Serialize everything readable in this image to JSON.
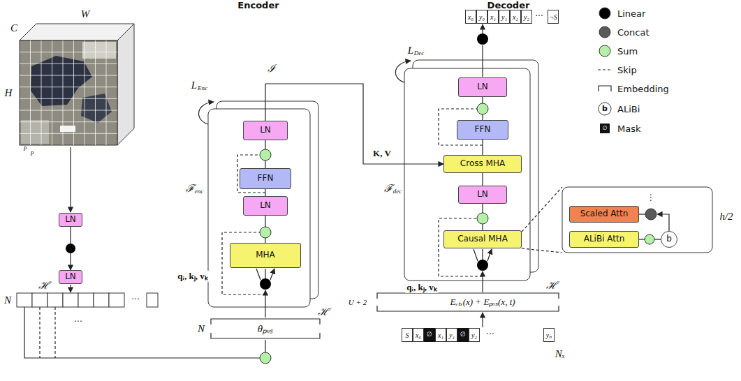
{
  "diagram": {
    "nodes": [
      {
        "text": [
          "LN"
        ]
      },
      {
        "text": [
          "LN"
        ]
      },
      {
        "text": [
          "LN"
        ]
      },
      {
        "text": [
          "FFN"
        ]
      },
      {
        "text": [
          "LN"
        ]
      },
      {
        "text": [
          "MHA"
        ]
      },
      {
        "text": [
          "LN"
        ]
      },
      {
        "text": [
          "FFN"
        ]
      },
      {
        "text": [
          "Cross MHA"
        ]
      },
      {
        "text": [
          "LN"
        ]
      },
      {
        "text": [
          "Causal MHA"
        ]
      },
      {
        "text": [
          "Scaled Attn"
        ]
      },
      {
        "text": [
          "ALiBi Attn"
        ]
      },
      {
        "text": [
          "b"
        ]
      }
    ],
    "edges": [
      {
        "from": 0,
        "to": 1,
        "arrow": "to"
      },
      {
        "from": 5,
        "to": 4,
        "arrow": "none"
      },
      {
        "from": 4,
        "to": 3,
        "arrow": "none"
      },
      {
        "from": 3,
        "to": 2,
        "arrow": "none"
      },
      {
        "from": 2,
        "to": 8,
        "arrow": "to"
      },
      {
        "from": 10,
        "to": 9,
        "arrow": "none"
      },
      {
        "from": 9,
        "to": 8,
        "arrow": "none"
      },
      {
        "from": 8,
        "to": 7,
        "arrow": "none"
      },
      {
        "from": 7,
        "to": 6,
        "arrow": "none"
      },
      {
        "from": 12,
        "to": 13,
        "arrow": "none"
      }
    ],
    "labels": [
      "Encoder",
      "Decoder",
      "C",
      "W",
      "H",
      "P",
      "P",
      "N",
      "ℋ",
      "···",
      "···",
      "L",
      "Enc",
      "ℱ",
      "enc",
      "qᵢ, kⱼ, vₖ",
      "N",
      "θₚₒₛ",
      "ℋ",
      "ℐ",
      "K, V",
      "L",
      "Dec",
      "ℱ",
      "dec",
      "qᵢ, kⱼ, vₖ",
      "U + 2",
      "Eᵥₜₓ(x) + Eₚₒₛ(x, t)",
      "ℋ",
      "x₀",
      "y₀",
      "x₁",
      "y₁",
      "x₂",
      "y₂",
      "···",
      "¬S",
      "S",
      "x₀",
      "∅",
      "x₁",
      "y₁",
      "∅",
      "y₂",
      "···",
      "yₙ",
      "Nₓ",
      "⋮",
      "h/2",
      "b",
      "∅"
    ],
    "legend": [
      {
        "text": "Linear",
        "color": "#000000"
      },
      {
        "text": "Concat",
        "color": "#5a5a5a"
      },
      {
        "text": "Sum",
        "color": "#b5f0a8"
      },
      {
        "text": "Skip"
      },
      {
        "text": "Embedding"
      },
      {
        "text": "ALiBi"
      },
      {
        "text": "Mask"
      }
    ]
  }
}
